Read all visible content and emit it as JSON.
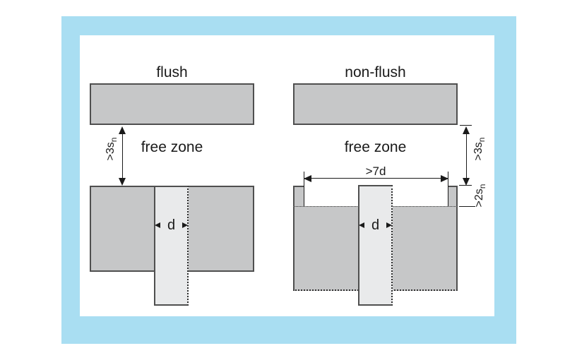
{
  "colors": {
    "frame": "#a9def2",
    "metal": "#c6c7c8",
    "sensor": "#e9eaeb",
    "outline": "#4f4f4f",
    "dim": "#1a1a1a"
  },
  "flush": {
    "title": "flush",
    "free_zone": "free zone",
    "clearance": ">3s",
    "clearance_sub": "n",
    "diameter": "d"
  },
  "non_flush": {
    "title": "non-flush",
    "free_zone": "free zone",
    "recess_width": ">7d",
    "clearance": ">3s",
    "clearance_sub": "n",
    "rim_height": ">2s",
    "rim_height_sub": "n",
    "diameter": "d"
  }
}
